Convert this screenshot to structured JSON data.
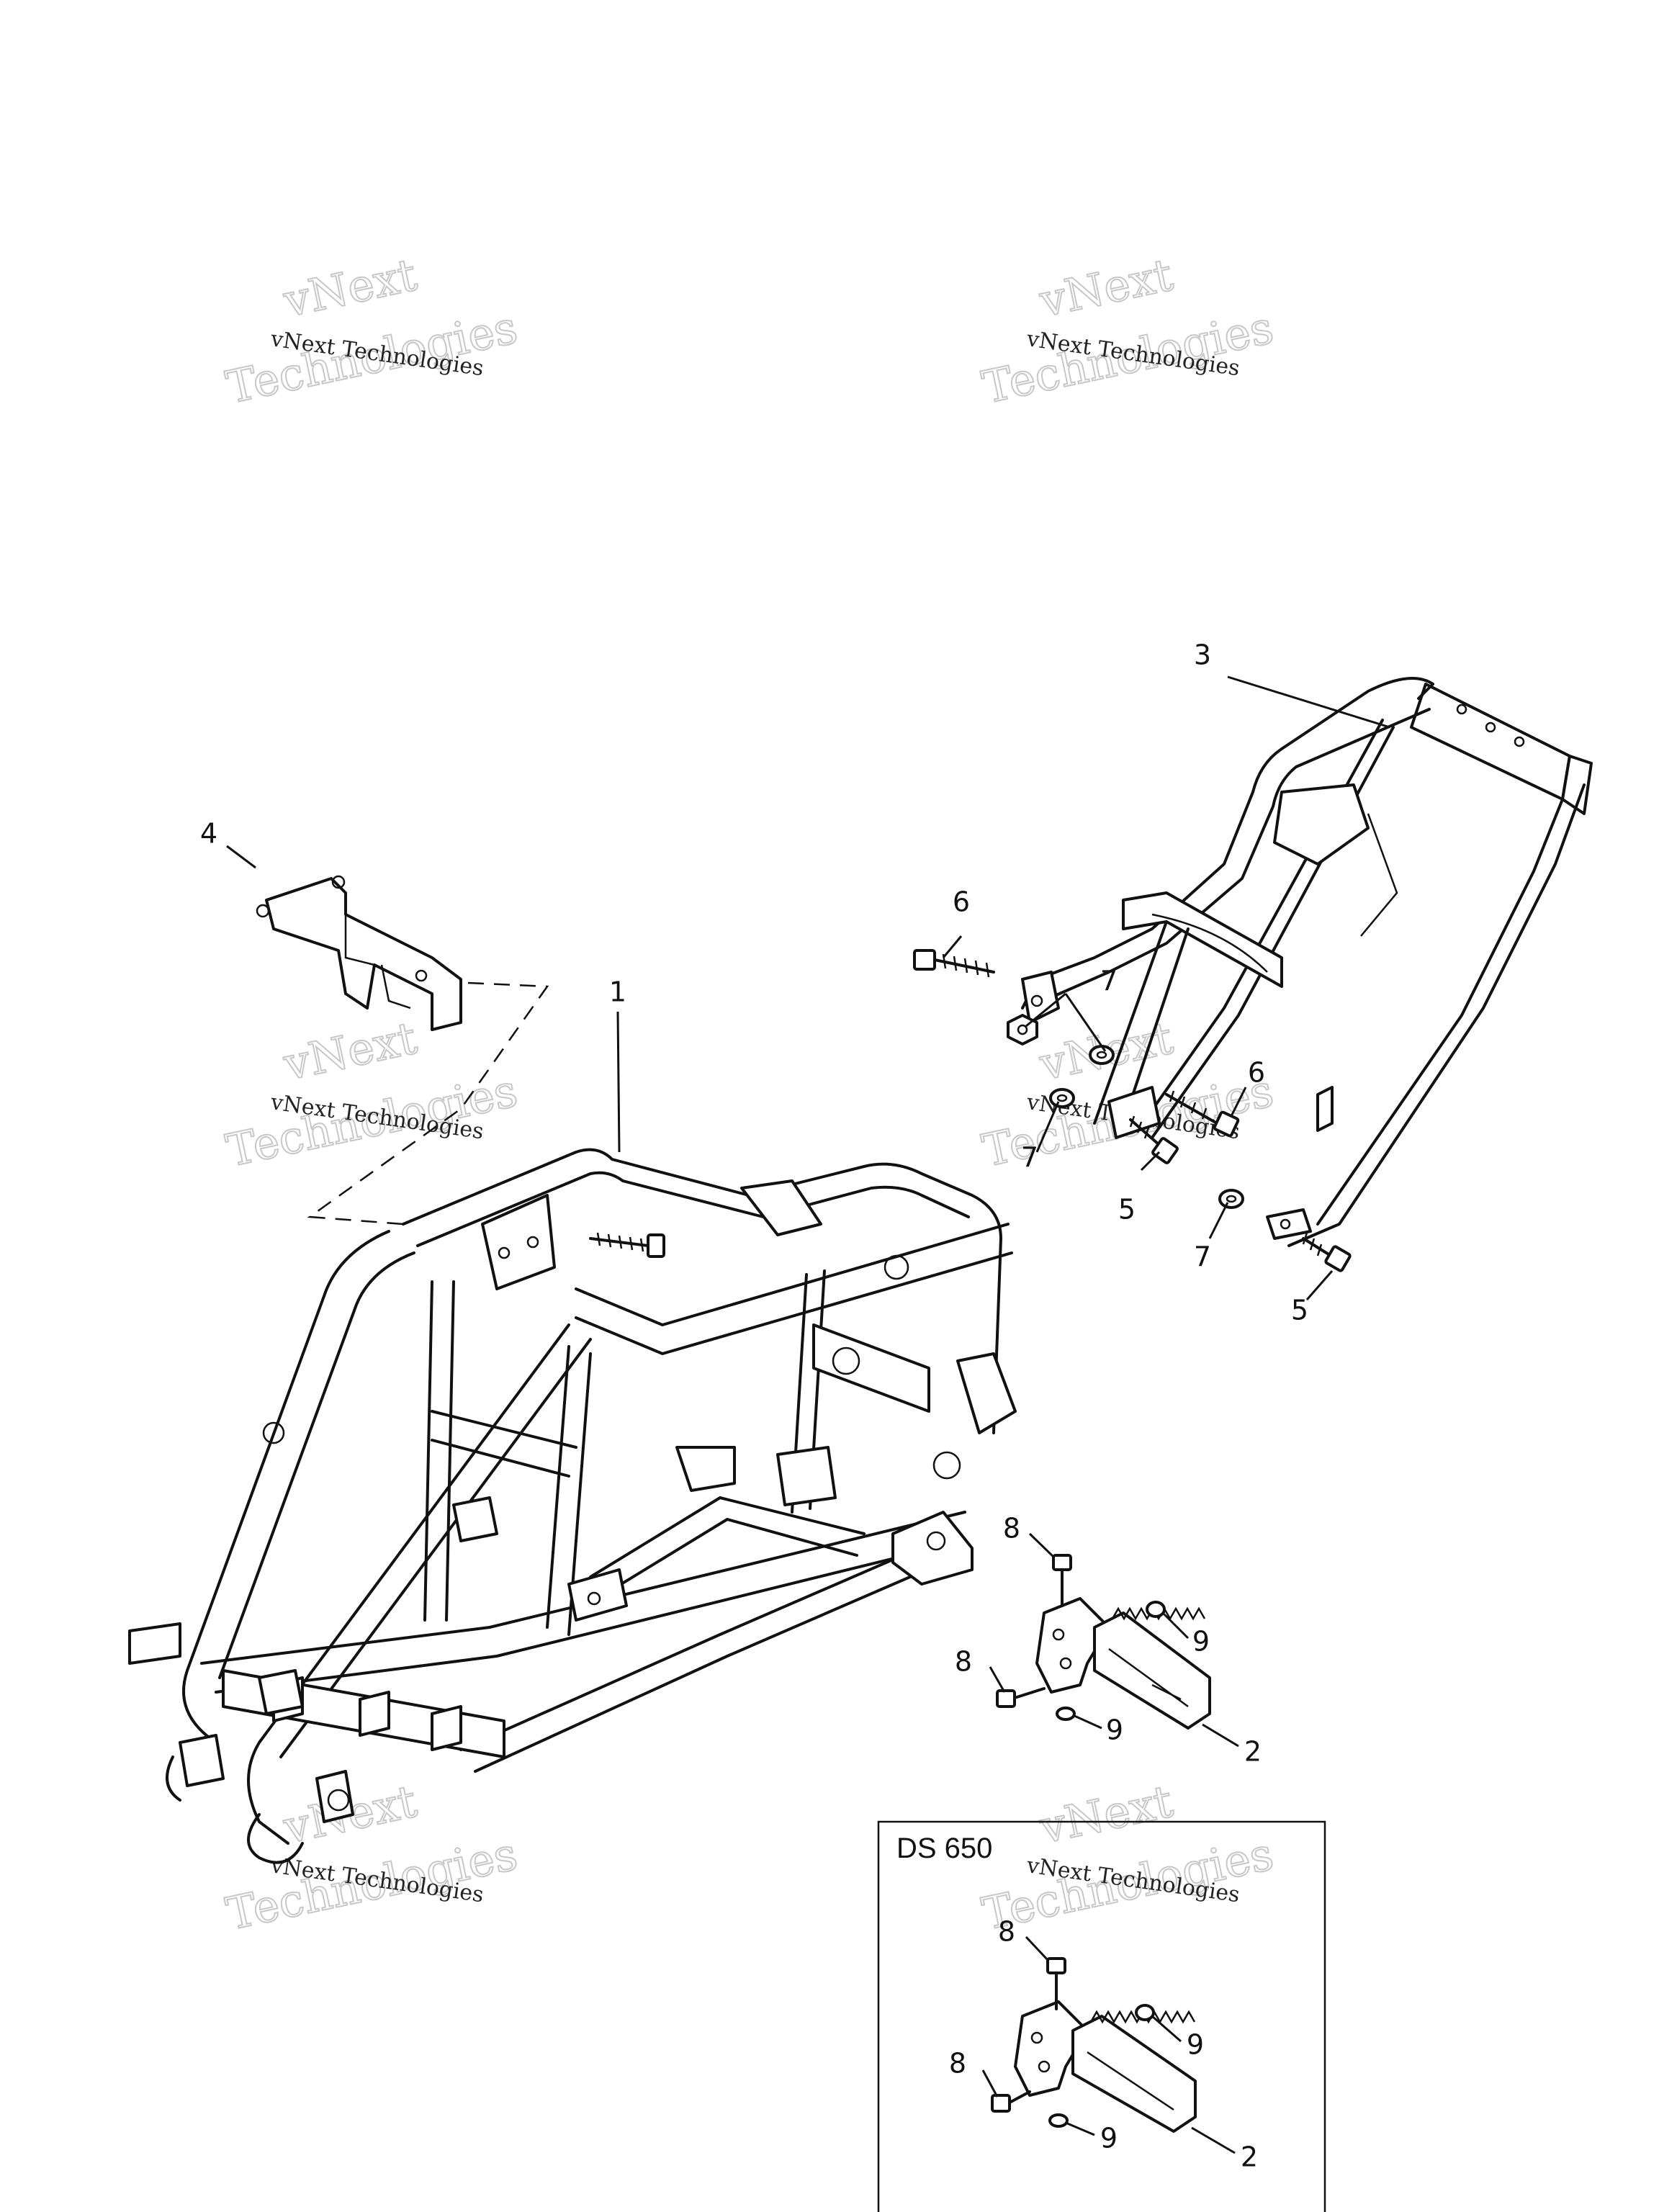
{
  "callouts": [
    {
      "id": "1",
      "text": "1"
    },
    {
      "id": "2",
      "text": "2"
    },
    {
      "id": "3",
      "text": "3"
    },
    {
      "id": "4",
      "text": "4"
    },
    {
      "id": "5",
      "text": "5"
    },
    {
      "id": "6",
      "text": "6"
    },
    {
      "id": "7",
      "text": "7"
    },
    {
      "id": "8",
      "text": "8"
    },
    {
      "id": "9",
      "text": "9"
    }
  ],
  "inset": {
    "label": "DS 650"
  },
  "watermark": {
    "line1": "vNext Technologies",
    "big1": "vNext",
    "big2": "Technologies"
  },
  "colors": {
    "line": "#111111",
    "watermark": "#c8c8c8",
    "background": "#ffffff"
  }
}
